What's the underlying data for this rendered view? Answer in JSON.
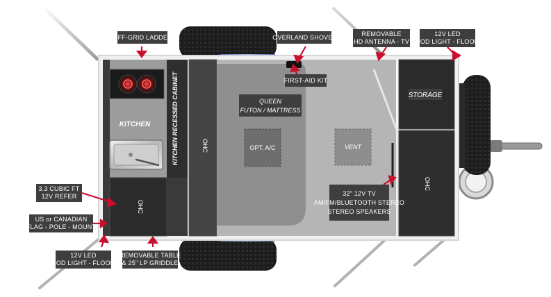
{
  "callouts": {
    "off_grid_ladder": [
      "OFF-GRID LADDER"
    ],
    "overland_shovel": [
      "OVERLAND SHOVEL"
    ],
    "first_aid_kit": [
      "FIRST-AID KIT"
    ],
    "removable_antenna": [
      "REMOVABLE",
      "HD ANTENNA - TV"
    ],
    "pod_light_top": [
      "12V LED",
      "POD LIGHT - FLOOD"
    ],
    "refer": [
      "3.3   CUBIC FT",
      "12V REFER"
    ],
    "flag_pole": [
      "US or CANADIAN",
      "FLAG - POLE - MOUNT"
    ],
    "pod_light_bottom": [
      "12V LED",
      "POD LIGHT - FLOOD"
    ],
    "removable_table": [
      "REMOVABLE TABLE",
      "& 25\" LP GRIDDLE"
    ],
    "tv_stereo": [
      "32\" 12V TV",
      "AM/FM/BLUETOOTH STEREO",
      "STEREO SPEAKERS"
    ]
  },
  "zones": {
    "kitchen": "KITCHEN",
    "recessed_cabinet": "KITCHEN RECESSED CABINET",
    "ohc_left": "OHC",
    "ohc_bottom": "OHC",
    "ohc_right": "OHC",
    "queen_line1": "QUEEN",
    "queen_line2": "FUTON / MATTRESS",
    "opt_ac": "OPT. A/C",
    "vent": "VENT",
    "storage": "STORAGE"
  },
  "colors": {
    "label_bg": "#3e3e3e",
    "arrow_red": "#c8102e",
    "floor": "#b5b5b5",
    "futon": "#8f8f8f",
    "cabinet_dark": "#2e2e2e",
    "tire": "#1c1c1c",
    "hub_blue": "#5b86c8"
  }
}
